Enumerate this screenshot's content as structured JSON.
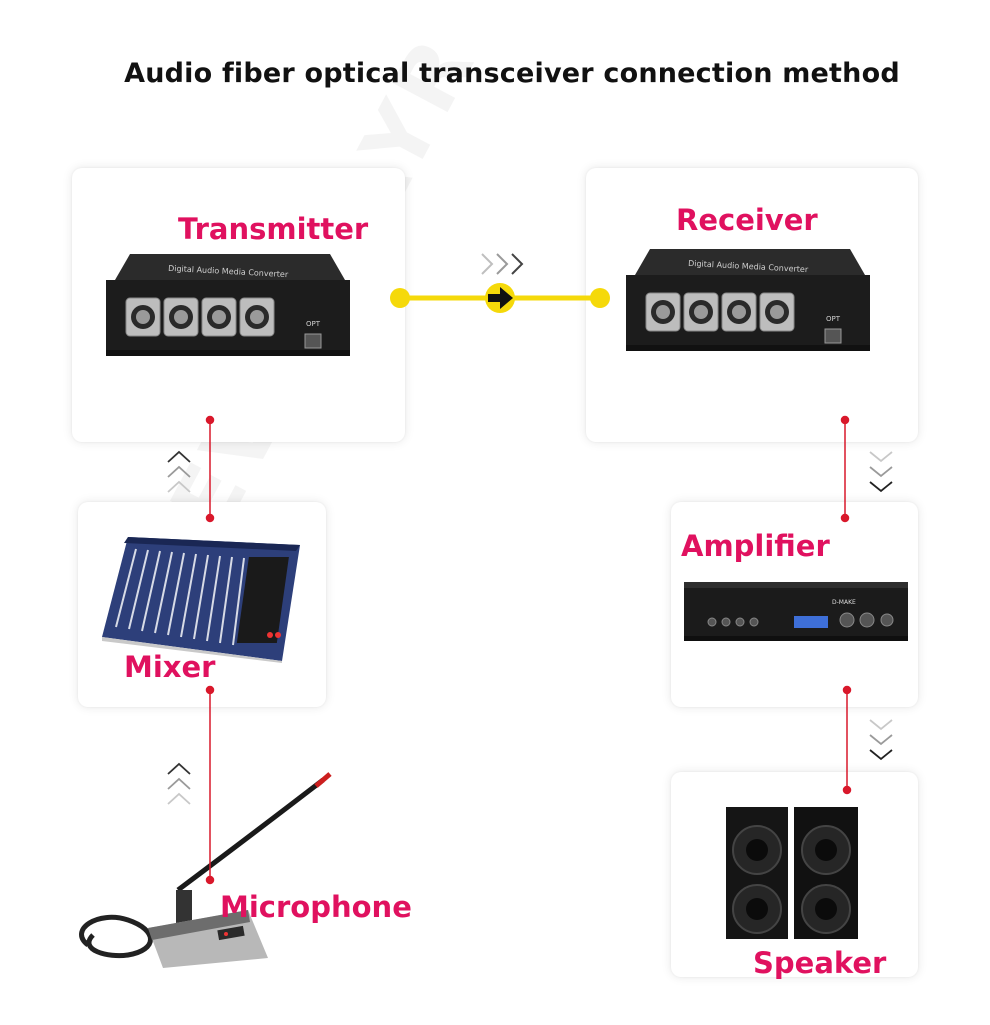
{
  "title": "Audio fiber optical transceiver connection method",
  "watermark": "SEVENLAYR",
  "nodes": {
    "transmitter": {
      "label": "Transmitter",
      "device_text": "Digital Audio Media Converter",
      "port_label": "OPT"
    },
    "receiver": {
      "label": "Receiver",
      "device_text": "Digital Audio Media Converter",
      "port_label": "OPT"
    },
    "mixer": {
      "label": "Mixer"
    },
    "amplifier": {
      "label": "Amplifier",
      "device_text": "D-MAKE"
    },
    "microphone": {
      "label": "Microphone"
    },
    "speaker": {
      "label": "Speaker"
    }
  },
  "colors": {
    "label": "#e0115f",
    "connector_red": "#d9182b",
    "fiber_yellow": "#f5d90a",
    "chevron": "#9a9a9a",
    "chevron_dark": "#222222"
  },
  "icons": [
    "arrow-right-icon",
    "chevron-right-icon",
    "chevron-up-icon",
    "chevron-down-icon"
  ]
}
